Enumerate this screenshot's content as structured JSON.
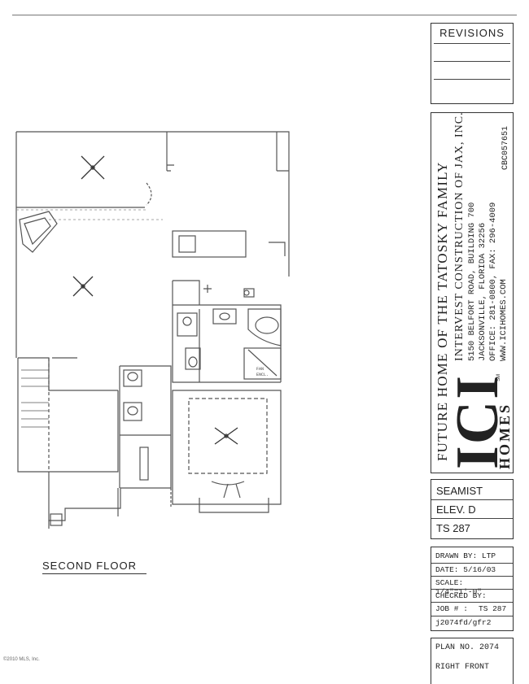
{
  "revisions": {
    "title": "REVISIONS"
  },
  "project": {
    "title": "FUTURE HOME OF THE TATOSKY FAMILY",
    "company": "INTERVEST CONSTRUCTION OF JAX, INC.",
    "address_line1": "5150 BELFORT ROAD, BUILDING 700",
    "address_line2": "JACKSONVILLE, FLORIDA 32256",
    "phone_line": "OFFICE: 281-0800, FAX: 296-4009",
    "web": "WWW.ICIHOMES.COM",
    "license": "CBC057651",
    "logo_main": "ICI",
    "logo_sub": "HOMES",
    "logo_mark": "SM"
  },
  "model": {
    "name": "SEAMIST",
    "elevation": "ELEV. D",
    "code": "TS 287"
  },
  "drawing_info": {
    "drawn_by": "DRAWN BY: LTP",
    "date": "DATE: 5/16/03",
    "scale": "SCALE: 1/4\"=1'-0\"",
    "checked_by": "CHECKED BY:",
    "job_label": "JOB # :",
    "job_value": "TS 287",
    "file": "j2074fd/gfr2"
  },
  "plan_info": {
    "plan_no": "PLAN NO. 2074",
    "view": "RIGHT FRONT"
  },
  "floor_label": "SECOND FLOOR",
  "copyright": "©2010 MLS, Inc.",
  "labels": {
    "fan_label": "FAN",
    "enclosure_label": "ENCL."
  }
}
